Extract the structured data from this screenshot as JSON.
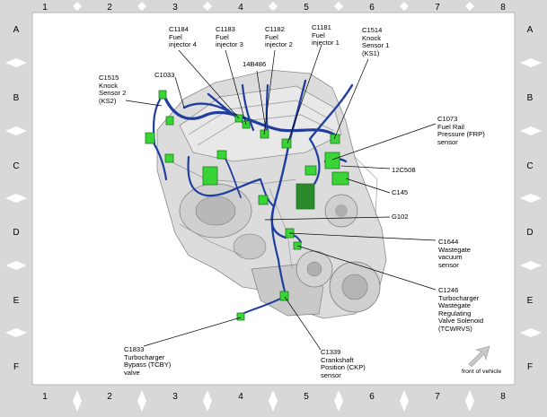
{
  "frame": {
    "columns": [
      "1",
      "2",
      "3",
      "4",
      "5",
      "6",
      "7",
      "8"
    ],
    "rows": [
      "A",
      "B",
      "C",
      "D",
      "E",
      "F"
    ]
  },
  "labels": {
    "c1184": "C1184\nFuel\ninjector 4",
    "c1183": "C1183\nFuel\ninjector 3",
    "c1182": "C1182\nFuel\ninjector 2",
    "c1181": "C1181\nFuel\ninjector 1",
    "c1514": "C1514\nKnock\nSensor 1\n(KS1)",
    "c1515": "C1515\nKnock\nSensor 2\n(KS2)",
    "c1033": "C1033",
    "l14b486": "14B486",
    "c1073": "C1073\nFuel Rail\nPressure (FRP)\nsensor",
    "l12c508": "12C508",
    "c145": "C145",
    "g102": "G102",
    "c1644": "C1644\nWastegate\nvacuum\nsensor",
    "c1246": "C1246\nTurbocharger\nWastegate\nRegulating\nValve Solenoid\n(TCWRVS)",
    "c1833": "C1833\nTurbocharger\nBypass (TCBY)\nvalve",
    "c1339": "C1339\nCrankshaft\nPosition (CKP)\nsensor"
  },
  "orientation": {
    "text": "front of vehicle",
    "icon": "arrow-up-right-icon"
  },
  "colors": {
    "harness": "#1f3e9e",
    "connector": "#39d435",
    "connector_dark": "#1f7a1f",
    "engine_light": "#e2e2e2",
    "engine_mid": "#bdbdbd",
    "engine_dark": "#8d8d8d",
    "frame_gray": "#d4d4d4"
  }
}
